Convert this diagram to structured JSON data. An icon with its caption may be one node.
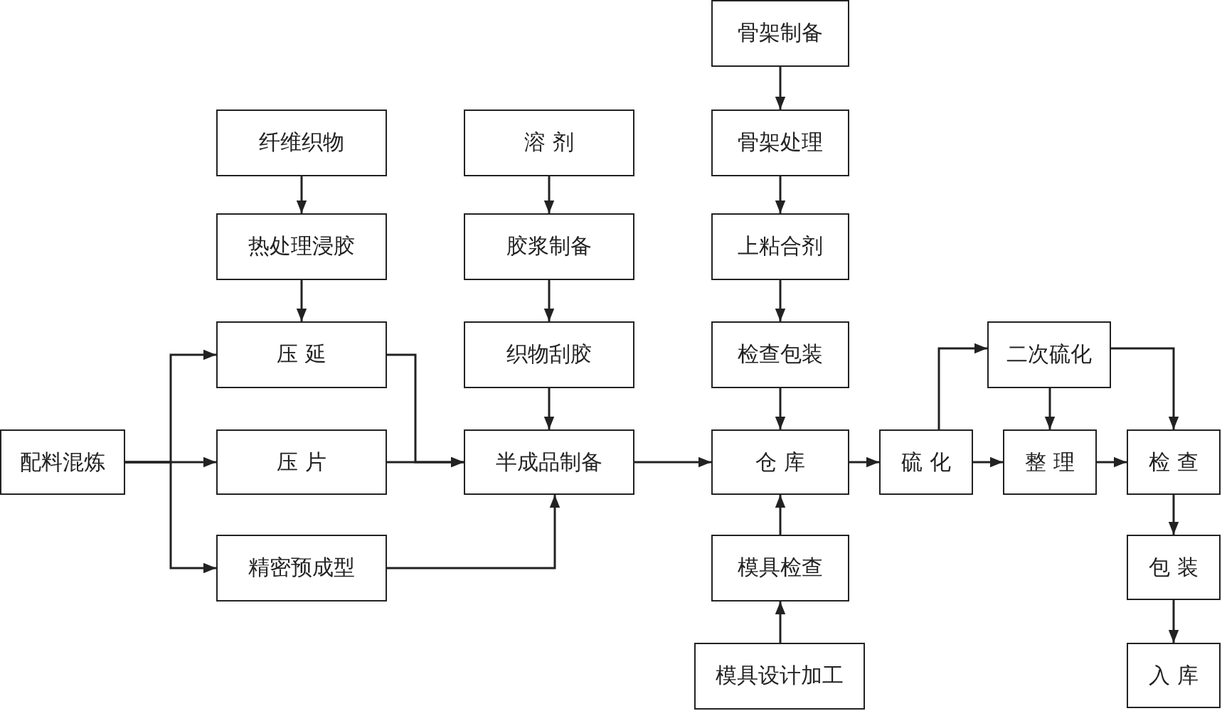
{
  "diagram": {
    "nodes": [
      {
        "text": [
          "配料混炼"
        ]
      },
      {
        "text": [
          "纤维织物"
        ]
      },
      {
        "text": [
          "热处理浸胶"
        ]
      },
      {
        "text": [
          "压 延"
        ]
      },
      {
        "text": [
          "压 片"
        ]
      },
      {
        "text": [
          "精密预成型"
        ]
      },
      {
        "text": [
          "溶 剂"
        ]
      },
      {
        "text": [
          "胶浆制备"
        ]
      },
      {
        "text": [
          "织物刮胶"
        ]
      },
      {
        "text": [
          "半成品制备"
        ]
      },
      {
        "text": [
          "骨架制备"
        ]
      },
      {
        "text": [
          "骨架处理"
        ]
      },
      {
        "text": [
          "上粘合剂"
        ]
      },
      {
        "text": [
          "检查包装"
        ]
      },
      {
        "text": [
          "仓 库"
        ]
      },
      {
        "text": [
          "模具检查"
        ]
      },
      {
        "text": [
          "模具设计加工"
        ]
      },
      {
        "text": [
          "硫 化"
        ]
      },
      {
        "text": [
          "二次硫化"
        ]
      },
      {
        "text": [
          "整 理"
        ]
      },
      {
        "text": [
          "检 查"
        ]
      },
      {
        "text": [
          "包 装"
        ]
      },
      {
        "text": [
          "入 库"
        ]
      }
    ],
    "edges": [
      {
        "from": 1,
        "to": 2,
        "arrow": "to"
      },
      {
        "from": 2,
        "to": 3,
        "arrow": "to"
      },
      {
        "from": 0,
        "to": 3,
        "arrow": "to"
      },
      {
        "from": 0,
        "to": 4,
        "arrow": "to"
      },
      {
        "from": 0,
        "to": 5,
        "arrow": "to"
      },
      {
        "from": 3,
        "to": 9,
        "arrow": "to"
      },
      {
        "from": 4,
        "to": 9,
        "arrow": "to"
      },
      {
        "from": 5,
        "to": 9,
        "arrow": "to"
      },
      {
        "from": 6,
        "to": 7,
        "arrow": "to"
      },
      {
        "from": 7,
        "to": 8,
        "arrow": "to"
      },
      {
        "from": 8,
        "to": 9,
        "arrow": "to"
      },
      {
        "from": 9,
        "to": 14,
        "arrow": "to"
      },
      {
        "from": 10,
        "to": 11,
        "arrow": "to"
      },
      {
        "from": 11,
        "to": 12,
        "arrow": "to"
      },
      {
        "from": 12,
        "to": 13,
        "arrow": "to"
      },
      {
        "from": 13,
        "to": 14,
        "arrow": "to"
      },
      {
        "from": 16,
        "to": 15,
        "arrow": "to"
      },
      {
        "from": 15,
        "to": 14,
        "arrow": "to"
      },
      {
        "from": 14,
        "to": 17,
        "arrow": "to"
      },
      {
        "from": 17,
        "to": 18,
        "arrow": "to"
      },
      {
        "from": 17,
        "to": 19,
        "arrow": "to"
      },
      {
        "from": 18,
        "to": 19,
        "arrow": "to"
      },
      {
        "from": 18,
        "to": 20,
        "arrow": "to"
      },
      {
        "from": 19,
        "to": 20,
        "arrow": "to"
      },
      {
        "from": 20,
        "to": 21,
        "arrow": "to"
      },
      {
        "from": 21,
        "to": 22,
        "arrow": "to"
      }
    ]
  }
}
